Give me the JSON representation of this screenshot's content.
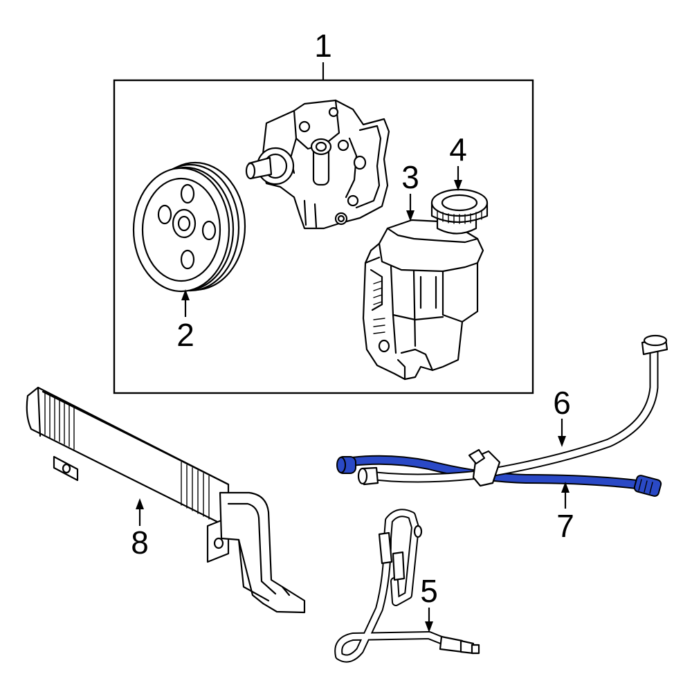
{
  "colors": {
    "line": "#000000",
    "background": "#ffffff",
    "highlight": "#2a49c6"
  },
  "callouts": {
    "c1": "1",
    "c2": "2",
    "c3": "3",
    "c4": "4",
    "c5": "5",
    "c6": "6",
    "c7": "7",
    "c8": "8"
  }
}
